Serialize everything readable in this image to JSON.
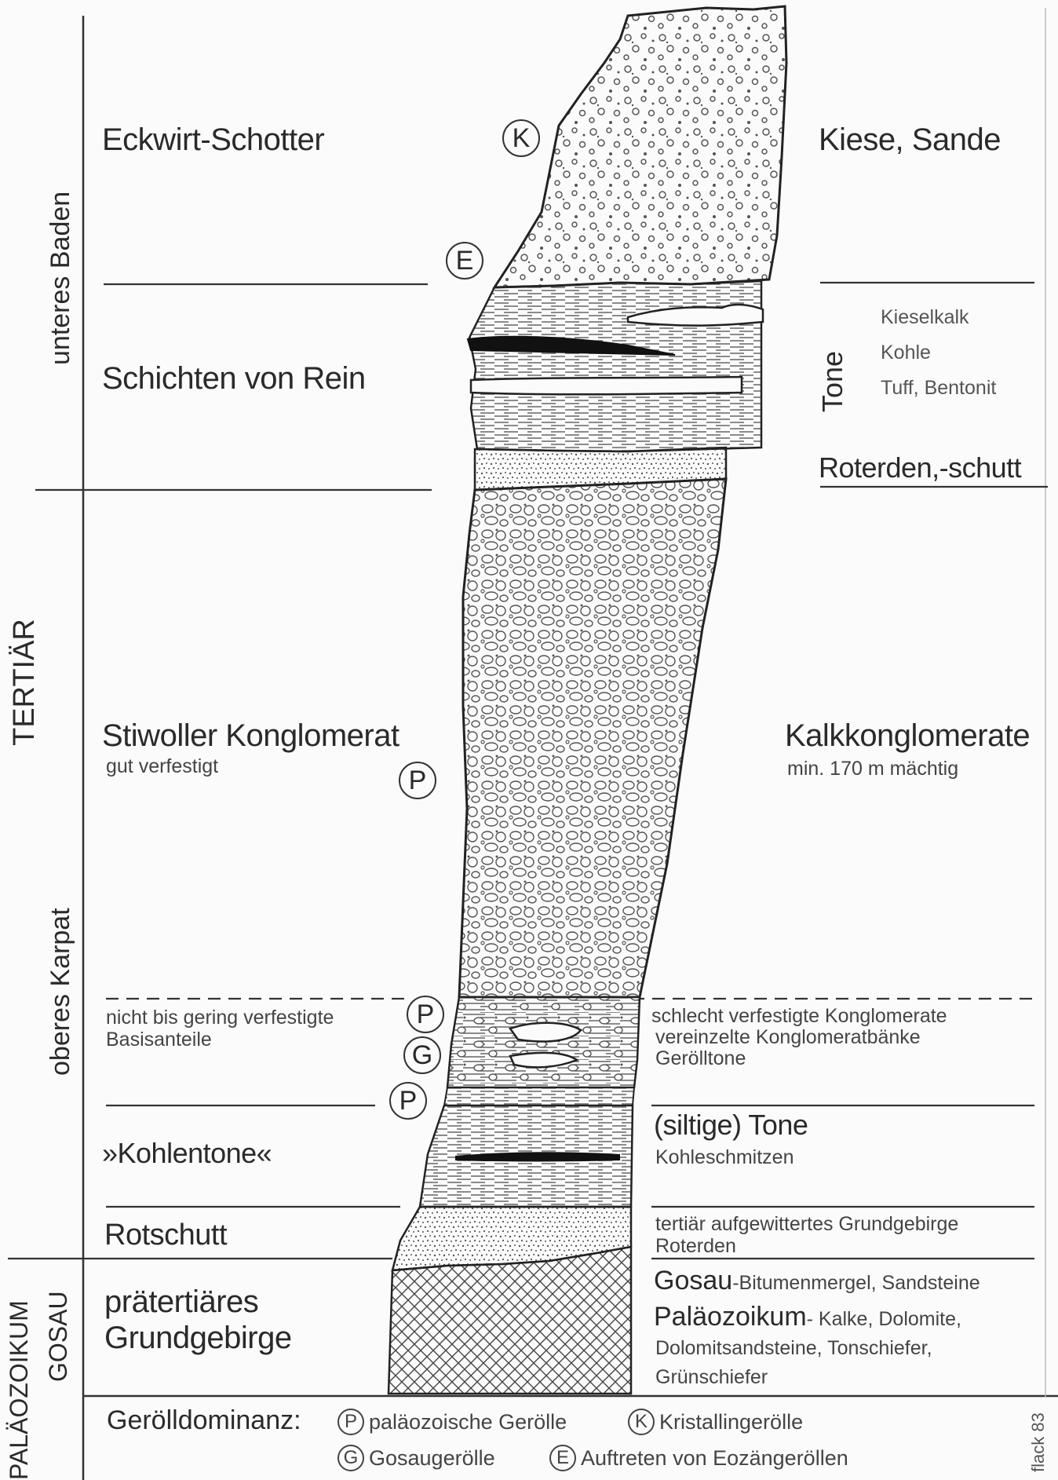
{
  "periods": {
    "tertiaer": "TERTIÄR",
    "unteres_baden": "unteres Baden",
    "oberes_karpat": "oberes Karpat",
    "palaeozoikum": "PALÄOZOIKUM",
    "gosau": "GOSAU"
  },
  "left_units": {
    "eckwirt": "Eckwirt-Schotter",
    "rein": "Schichten von Rein",
    "stiwoller": "Stiwoller Konglomerat",
    "stiwoller_sub": "gut verfestigt",
    "basis_1": "nicht bis gering verfestigte",
    "basis_2": "Basisanteile",
    "kohlentone": "»Kohlentone«",
    "rotschutt": "Rotschutt",
    "grund_1": "prätertiäres",
    "grund_2": "Grundgebirge"
  },
  "right_units": {
    "kiese": "Kiese, Sande",
    "tone": "Tone",
    "kieselkalk": "Kieselkalk",
    "kohle": "Kohle",
    "tuff": "Tuff, Bentonit",
    "roterden": "Roterden,-schutt",
    "kalkkong": "Kalkkonglomerate",
    "kalkkong_sub": "min. 170 m mächtig",
    "schlecht_1": "schlecht verfestigte Konglomerate",
    "schlecht_2": "vereinzelte Konglomeratbänke",
    "schlecht_3": "Gerölltone",
    "siltige": "(siltige) Tone",
    "kohleschmitzen": "Kohleschmitzen",
    "tertiar_1": "tertiär aufgewittertes Grundgebirge",
    "tertiar_2": "Roterden",
    "gosau": "Gosau",
    "gosau_sub": "-Bitumenmergel, Sandsteine",
    "palaeo": "Paläozoikum",
    "palaeo_sub": "- Kalke, Dolomite,",
    "palaeo_2": "Dolomitsandsteine, Tonschiefer,",
    "palaeo_3": "Grünschiefer"
  },
  "markers": {
    "K": "K",
    "E": "E",
    "P": "P",
    "G": "G"
  },
  "legend": {
    "title": "Gerölldominanz:",
    "p": "paläozoische Gerölle",
    "k": "Kristallingerölle",
    "g": "Gosaugerölle",
    "e": "Auftreten von Eozängeröllen"
  },
  "credit": "flack 83"
}
